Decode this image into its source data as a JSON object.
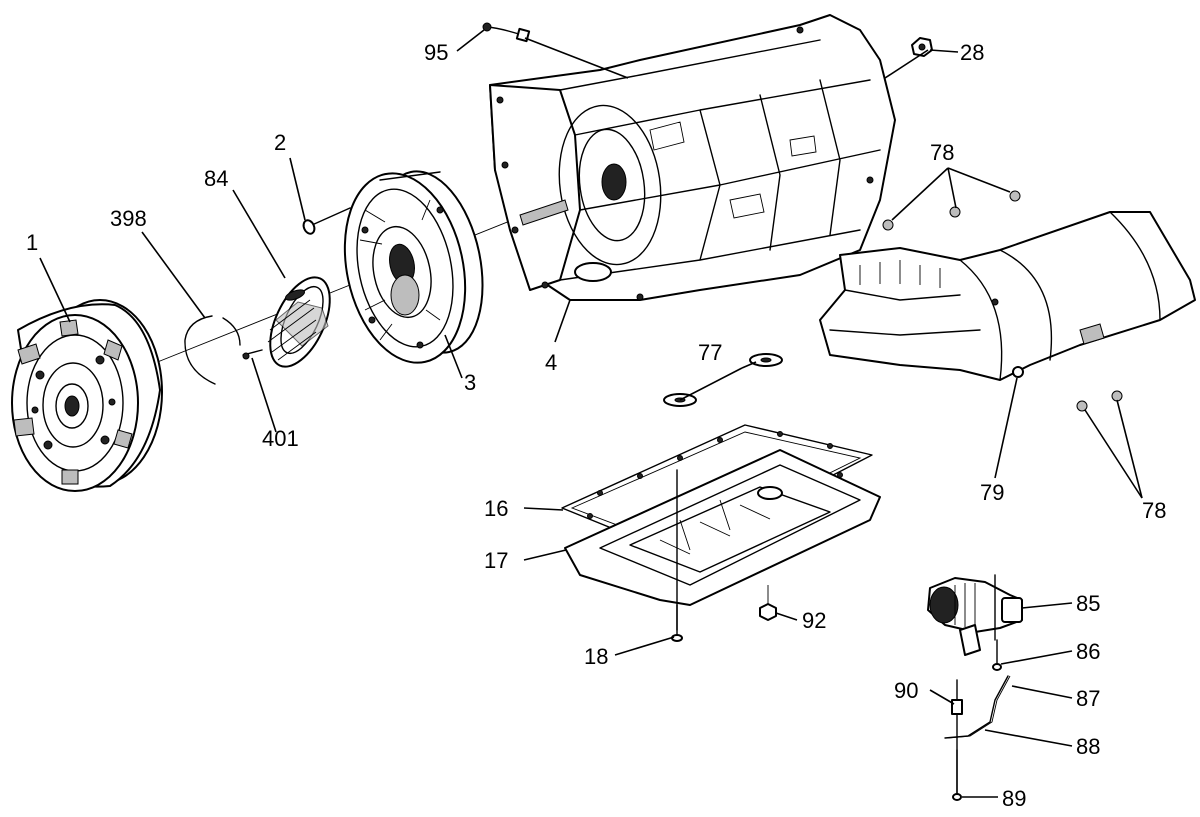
{
  "callouts": {
    "c1": "1",
    "c2": "2",
    "c3": "3",
    "c4": "4",
    "c16": "16",
    "c17": "17",
    "c18": "18",
    "c28": "28",
    "c77": "77",
    "c78a": "78",
    "c78b": "78",
    "c79": "79",
    "c84": "84",
    "c85": "85",
    "c86": "86",
    "c87": "87",
    "c88": "88",
    "c89": "89",
    "c90": "90",
    "c92": "92",
    "c95": "95",
    "c398": "398",
    "c401": "401"
  }
}
